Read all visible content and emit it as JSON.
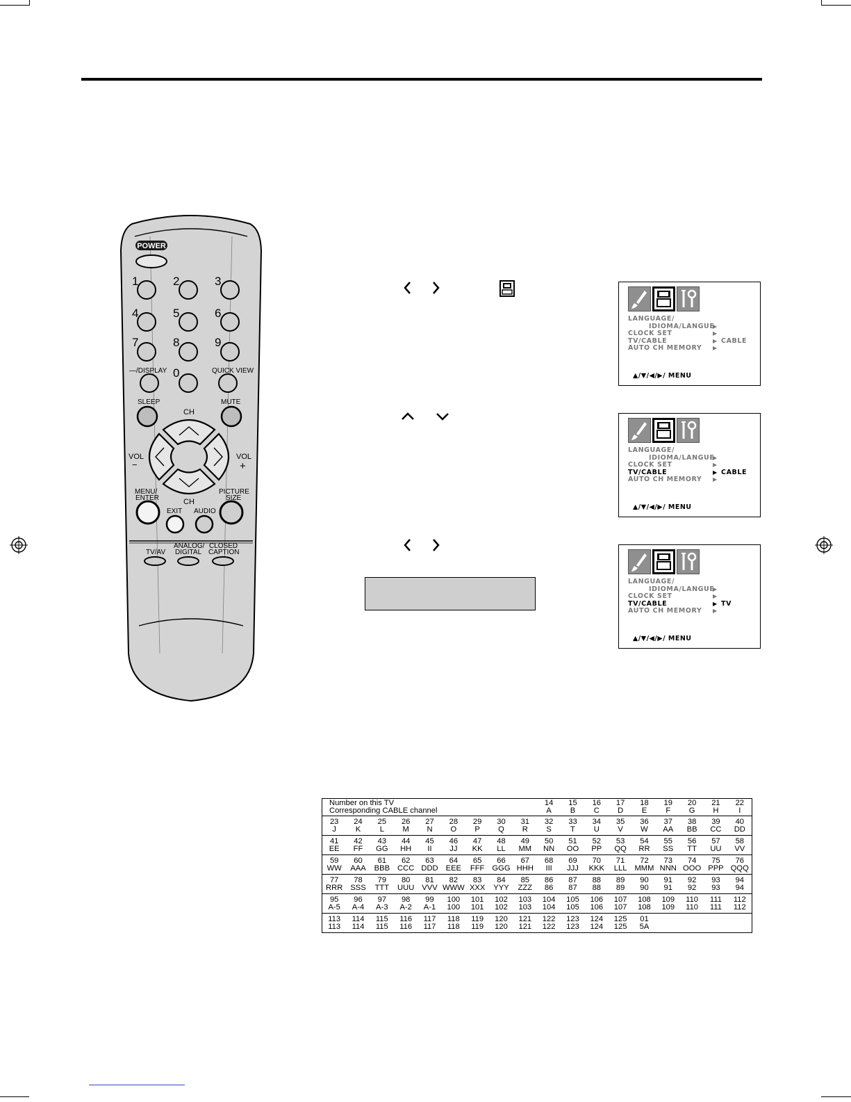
{
  "remote": {
    "power": "POWER",
    "digits": [
      "1",
      "2",
      "3",
      "4",
      "5",
      "6",
      "7",
      "8",
      "9",
      "0"
    ],
    "display": "—/DISPLAY",
    "quick_view": "QUICK VIEW",
    "sleep": "SLEEP",
    "mute": "MUTE",
    "ch": "CH",
    "vol": "VOL",
    "vol_minus": "−",
    "vol_plus": "+",
    "menu_enter_1": "MENU/",
    "menu_enter_2": "ENTER",
    "picture_size_1": "PICTURE",
    "picture_size_2": "SIZE",
    "exit": "EXIT",
    "audio": "AUDIO",
    "tvav": "TV/AV",
    "analog_digital_1": "ANALOG/",
    "analog_digital_2": "DIGITAL",
    "closed_caption_1": "CLOSED",
    "closed_caption_2": "CAPTION"
  },
  "steps": {
    "step1_glyphs": [
      "<",
      ">"
    ],
    "step2_glyphs": [
      "^",
      "v"
    ],
    "step3_glyphs": [
      "<",
      ">"
    ]
  },
  "osd": [
    {
      "rows": [
        "LANGUAGE/",
        "IDIOMA/LANGUE",
        "CLOCK SET",
        "TV/CABLE",
        "AUTO CH MEMORY"
      ],
      "value": "CABLE",
      "footer": "▲/▼/◀/▶/ MENU",
      "active_row": -1
    },
    {
      "rows": [
        "LANGUAGE/",
        "IDIOMA/LANGUE",
        "CLOCK SET",
        "TV/CABLE",
        "AUTO CH MEMORY"
      ],
      "value": "CABLE",
      "footer": "▲/▼/◀/▶/ MENU",
      "active_row": 3
    },
    {
      "rows": [
        "LANGUAGE/",
        "IDIOMA/LANGUE",
        "CLOCK SET",
        "TV/CABLE",
        "AUTO CH MEMORY"
      ],
      "value": "TV",
      "footer": "▲/▼/◀/▶/ MENU",
      "active_row": 3
    }
  ],
  "table": {
    "header": [
      "Number on this TV",
      "Corresponding CABLE channel"
    ],
    "header_cols": [
      [
        "14",
        "A"
      ],
      [
        "15",
        "B"
      ],
      [
        "16",
        "C"
      ],
      [
        "17",
        "D"
      ],
      [
        "18",
        "E"
      ],
      [
        "19",
        "F"
      ],
      [
        "20",
        "G"
      ],
      [
        "21",
        "H"
      ],
      [
        "22",
        "I"
      ]
    ],
    "groups": [
      [
        [
          "23",
          "J"
        ],
        [
          "24",
          "K"
        ],
        [
          "25",
          "L"
        ],
        [
          "26",
          "M"
        ],
        [
          "27",
          "N"
        ],
        [
          "28",
          "O"
        ],
        [
          "29",
          "P"
        ],
        [
          "30",
          "Q"
        ],
        [
          "31",
          "R"
        ],
        [
          "32",
          "S"
        ],
        [
          "33",
          "T"
        ],
        [
          "34",
          "U"
        ],
        [
          "35",
          "V"
        ],
        [
          "36",
          "W"
        ],
        [
          "37",
          "AA"
        ],
        [
          "38",
          "BB"
        ],
        [
          "39",
          "CC"
        ],
        [
          "40",
          "DD"
        ]
      ],
      [
        [
          "41",
          "EE"
        ],
        [
          "42",
          "FF"
        ],
        [
          "43",
          "GG"
        ],
        [
          "44",
          "HH"
        ],
        [
          "45",
          "II"
        ],
        [
          "46",
          "JJ"
        ],
        [
          "47",
          "KK"
        ],
        [
          "48",
          "LL"
        ],
        [
          "49",
          "MM"
        ],
        [
          "50",
          "NN"
        ],
        [
          "51",
          "OO"
        ],
        [
          "52",
          "PP"
        ],
        [
          "53",
          "QQ"
        ],
        [
          "54",
          "RR"
        ],
        [
          "55",
          "SS"
        ],
        [
          "56",
          "TT"
        ],
        [
          "57",
          "UU"
        ],
        [
          "58",
          "VV"
        ]
      ],
      [
        [
          "59",
          "WW"
        ],
        [
          "60",
          "AAA"
        ],
        [
          "61",
          "BBB"
        ],
        [
          "62",
          "CCC"
        ],
        [
          "63",
          "DDD"
        ],
        [
          "64",
          "EEE"
        ],
        [
          "65",
          "FFF"
        ],
        [
          "66",
          "GGG"
        ],
        [
          "67",
          "HHH"
        ],
        [
          "68",
          "III"
        ],
        [
          "69",
          "JJJ"
        ],
        [
          "70",
          "KKK"
        ],
        [
          "71",
          "LLL"
        ],
        [
          "72",
          "MMM"
        ],
        [
          "73",
          "NNN"
        ],
        [
          "74",
          "OOO"
        ],
        [
          "75",
          "PPP"
        ],
        [
          "76",
          "QQQ"
        ]
      ],
      [
        [
          "77",
          "RRR"
        ],
        [
          "78",
          "SSS"
        ],
        [
          "79",
          "TTT"
        ],
        [
          "80",
          "UUU"
        ],
        [
          "81",
          "VVV"
        ],
        [
          "82",
          "WWW"
        ],
        [
          "83",
          "XXX"
        ],
        [
          "84",
          "YYY"
        ],
        [
          "85",
          "ZZZ"
        ],
        [
          "86",
          "86"
        ],
        [
          "87",
          "87"
        ],
        [
          "88",
          "88"
        ],
        [
          "89",
          "89"
        ],
        [
          "90",
          "90"
        ],
        [
          "91",
          "91"
        ],
        [
          "92",
          "92"
        ],
        [
          "93",
          "93"
        ],
        [
          "94",
          "94"
        ]
      ],
      [
        [
          "95",
          "A-5"
        ],
        [
          "96",
          "A-4"
        ],
        [
          "97",
          "A-3"
        ],
        [
          "98",
          "A-2"
        ],
        [
          "99",
          "A-1"
        ],
        [
          "100",
          "100"
        ],
        [
          "101",
          "101"
        ],
        [
          "102",
          "102"
        ],
        [
          "103",
          "103"
        ],
        [
          "104",
          "104"
        ],
        [
          "105",
          "105"
        ],
        [
          "106",
          "106"
        ],
        [
          "107",
          "107"
        ],
        [
          "108",
          "108"
        ],
        [
          "109",
          "109"
        ],
        [
          "110",
          "110"
        ],
        [
          "111",
          "111"
        ],
        [
          "112",
          "112"
        ]
      ],
      [
        [
          "113",
          "113"
        ],
        [
          "114",
          "114"
        ],
        [
          "115",
          "115"
        ],
        [
          "116",
          "116"
        ],
        [
          "117",
          "117"
        ],
        [
          "118",
          "118"
        ],
        [
          "119",
          "119"
        ],
        [
          "120",
          "120"
        ],
        [
          "121",
          "121"
        ],
        [
          "122",
          "122"
        ],
        [
          "123",
          "123"
        ],
        [
          "124",
          "124"
        ],
        [
          "125",
          "125"
        ],
        [
          "01",
          "5A"
        ],
        [
          "",
          ""
        ],
        [
          "",
          ""
        ],
        [
          "",
          ""
        ],
        [
          "",
          ""
        ]
      ]
    ]
  }
}
